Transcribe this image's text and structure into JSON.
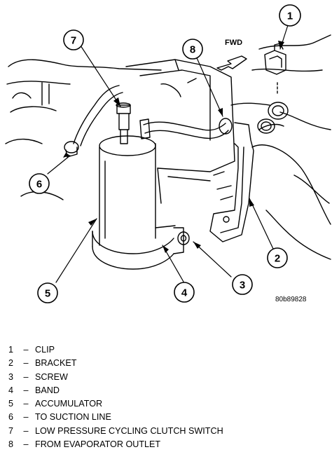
{
  "diagram": {
    "fwd_label": "FWD",
    "figure_id": "80b89828",
    "callouts": [
      "1",
      "2",
      "3",
      "4",
      "5",
      "6",
      "7",
      "8"
    ]
  },
  "legend": [
    {
      "num": "1",
      "dash": "–",
      "text": "CLIP"
    },
    {
      "num": "2",
      "dash": "–",
      "text": "BRACKET"
    },
    {
      "num": "3",
      "dash": "–",
      "text": "SCREW"
    },
    {
      "num": "4",
      "dash": "–",
      "text": "BAND"
    },
    {
      "num": "5",
      "dash": "–",
      "text": "ACCUMULATOR"
    },
    {
      "num": "6",
      "dash": "–",
      "text": "TO SUCTION LINE"
    },
    {
      "num": "7",
      "dash": "–",
      "text": "LOW PRESSURE CYCLING CLUTCH SWITCH"
    },
    {
      "num": "8",
      "dash": "–",
      "text": "FROM EVAPORATOR OUTLET"
    }
  ]
}
